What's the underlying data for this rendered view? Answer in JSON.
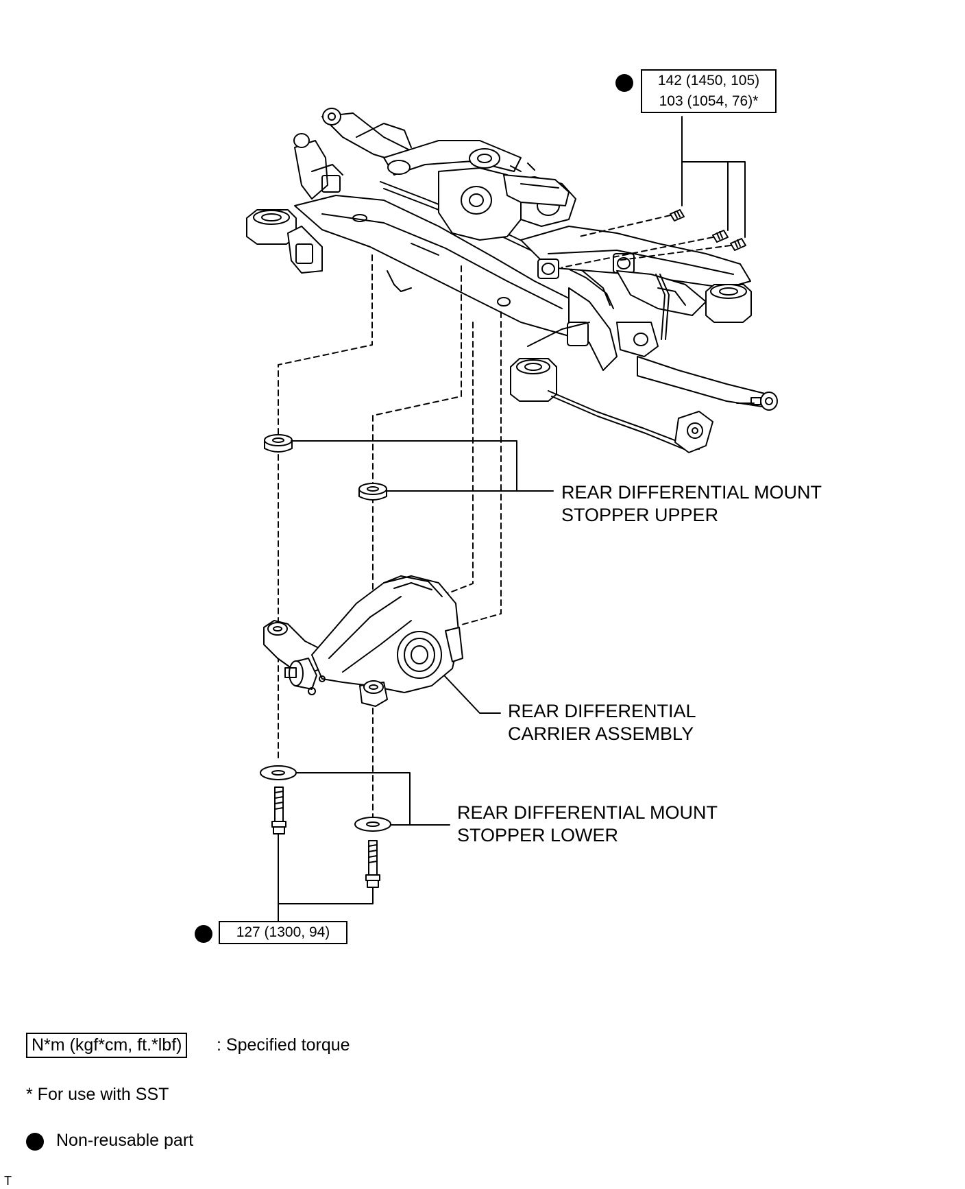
{
  "torque_top": {
    "line1": "142 (1450, 105)",
    "line2": "103 (1054, 76)*"
  },
  "torque_bottom": "127 (1300, 94)",
  "labels": {
    "upper_l1": "REAR DIFFERENTIAL MOUNT",
    "upper_l2": "STOPPER UPPER",
    "carrier_l1": "REAR DIFFERENTIAL",
    "carrier_l2": "CARRIER ASSEMBLY",
    "lower_l1": "REAR DIFFERENTIAL MOUNT",
    "lower_l2": "STOPPER LOWER"
  },
  "legend": {
    "torque_unit": "N*m (kgf*cm, ft.*lbf)",
    "torque_desc": ": Specified torque",
    "sst_note": "* For use with SST",
    "nonreusable": "Non-reusable part"
  },
  "corner_mark": "T",
  "icons": {
    "nonreusable": "filled-circle-icon"
  },
  "colors": {
    "ink": "#000000",
    "background": "#ffffff"
  }
}
